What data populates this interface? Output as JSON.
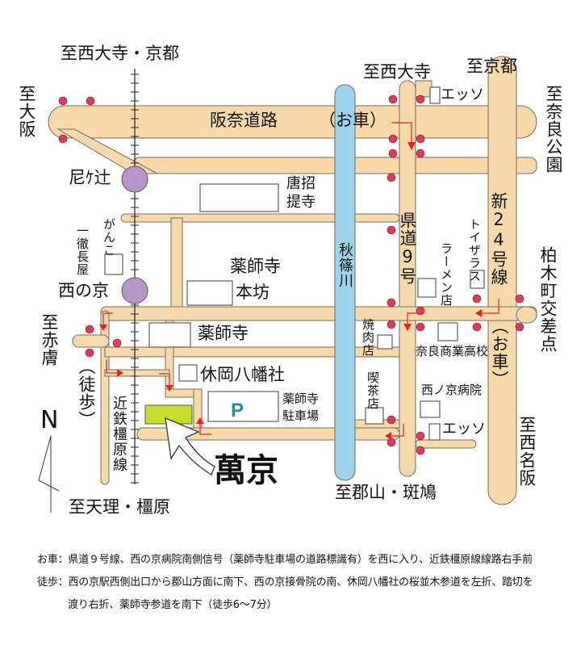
{
  "destinations": {
    "north_rail": "至西大寺・京都",
    "north_saidaiji": "至西大寺",
    "north_kyoto": "至京都",
    "west_osaka": "至大阪",
    "east_nara_park": "至奈良公園",
    "west_akahada": "至赤膚",
    "south_tenri": "至天理・橿原",
    "south_koriyama": "至郡山・斑鳩",
    "east_nishimeihan": "至西名阪"
  },
  "roads": {
    "hanna": "阪奈道路",
    "by_car_top": "（お車）",
    "prefectural_9": "県道9号",
    "route_24": "新24号線",
    "by_car_right": "（お車）",
    "on_foot": "（徒歩）",
    "railway": "近鉄橿原線",
    "river": "秋篠川",
    "intersection": "柏木町交差点"
  },
  "stations": {
    "amagatsuji": "尼ｹ辻",
    "nishinokyo": "西の京"
  },
  "landmarks": {
    "esso_top": "エッソ",
    "toshodaiji_1": "唐招",
    "toshodaiji_2": "提寺",
    "toysrus": "トイザラス",
    "ramen": "ラーメン店",
    "yakushiji_honbo_1": "薬師寺",
    "yakushiji_honbo_2": "本坊",
    "ganko": "がんこ",
    "ittetsu": "一徹長屋",
    "yakushiji": "薬師寺",
    "yakiniku": "焼肉店",
    "nara_commercial": "奈良商業高校",
    "kissaten": "喫茶店",
    "hospital": "西ノ京病院",
    "esso_bottom": "エッソ",
    "yasumioka": "休岡八幡社",
    "parking_sign": "P",
    "parking_1": "薬師寺",
    "parking_2": "駐車場",
    "shop": "萬京"
  },
  "compass": "N",
  "legend": {
    "car_label": "お車：",
    "car_text": "県道９号線、西の京病院南側信号（薬師寺駐車場の道路標識有）を西に入り、近鉄橿原線線路右手前",
    "walk_label": "徒歩：",
    "walk_text_1": "西の京駅西側出口から郡山方面に南下、西の京接骨院の南、休岡八幡社の桜並木参道を左折、踏切を",
    "walk_text_2": "渡り右折、薬師寺参道を南下（徒歩6～7分）"
  },
  "colors": {
    "road": "#f8d9aa",
    "road_edge": "#6b6b6b",
    "river": "#9cd3ea",
    "station": "#b894c8",
    "signal": "#e8385a",
    "arrow": "#e82020",
    "shop_highlight": "#c8dc2c"
  }
}
